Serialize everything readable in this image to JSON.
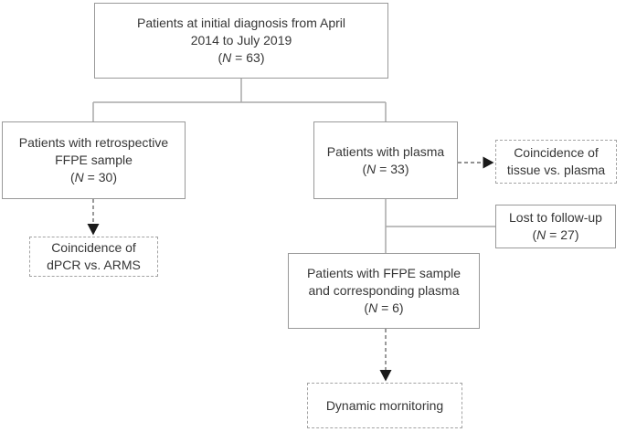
{
  "boxes": {
    "initial": {
      "lines": [
        "Patients at initial diagnosis from April",
        "2014 to July 2019"
      ],
      "n": {
        "pre": "(",
        "symbol": "N",
        "post": " = 63)"
      }
    },
    "retrospective": {
      "lines": [
        "Patients with retrospective",
        "FFPE sample"
      ],
      "n": {
        "pre": "(",
        "symbol": "N",
        "post": " = 30)"
      }
    },
    "plasma": {
      "lines": [
        "Patients with plasma"
      ],
      "n": {
        "pre": "(",
        "symbol": "N",
        "post": " = 33)"
      }
    },
    "tissue_coincidence": {
      "lines": [
        "Coincidence of",
        "tissue vs. plasma"
      ]
    },
    "lost_followup": {
      "lines": [
        "Lost to follow-up"
      ],
      "n": {
        "pre": "(",
        "symbol": "N",
        "post": " = 27)"
      }
    },
    "dpcr_coincidence": {
      "lines": [
        "Coincidence of",
        "dPCR vs. ARMS"
      ]
    },
    "ffpe_plasma": {
      "lines": [
        "Patients with FFPE sample",
        "and corresponding plasma"
      ],
      "n": {
        "pre": "(",
        "symbol": "N",
        "post": " = 6)"
      }
    },
    "dynamic_monitoring": {
      "lines": [
        "Dynamic mornitoring"
      ]
    }
  }
}
